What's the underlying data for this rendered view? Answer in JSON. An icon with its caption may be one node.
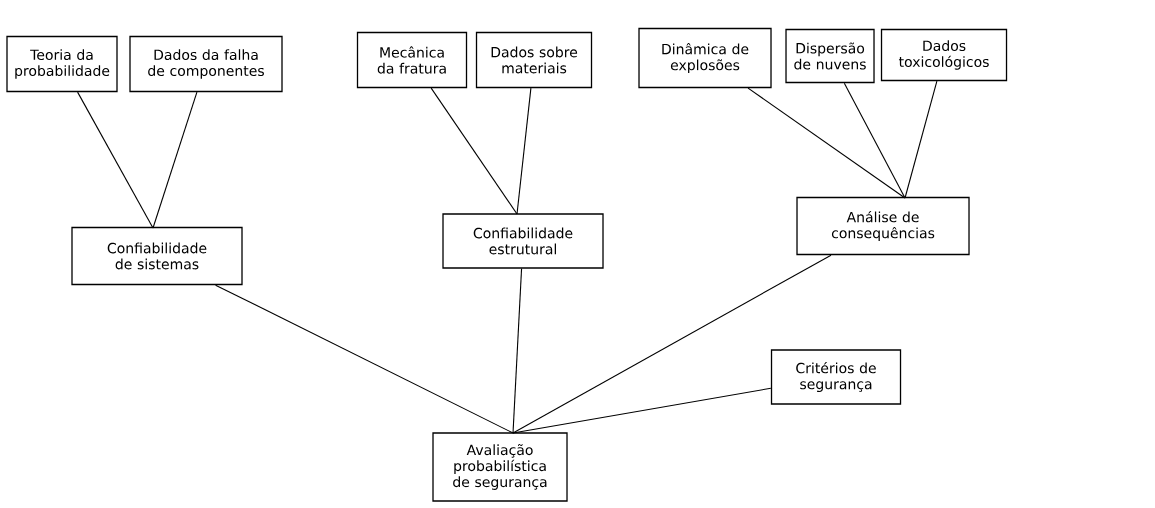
{
  "diagram": {
    "nodes": [
      {
        "text": [
          "Teoria da probabilidade"
        ]
      },
      {
        "text": [
          "Dados da falha de componentes"
        ]
      },
      {
        "text": [
          "Mecânica da fratura"
        ]
      },
      {
        "text": [
          "Dados sobre materiais"
        ]
      },
      {
        "text": [
          "Dinâmica de explosões"
        ]
      },
      {
        "text": [
          "Dispersão de nuvens"
        ]
      },
      {
        "text": [
          "Dados toxicológicos"
        ]
      },
      {
        "text": [
          "Confiabilidade de sistemas"
        ]
      },
      {
        "text": [
          "Confiabilidade estrutural"
        ]
      },
      {
        "text": [
          "Análise de consequências"
        ]
      },
      {
        "text": [
          "Critérios de segurança"
        ]
      },
      {
        "text": [
          "Avaliação probabilística de segurança"
        ]
      }
    ],
    "edges": [
      {
        "from": 0,
        "to": 7,
        "arrow": "none"
      },
      {
        "from": 1,
        "to": 7,
        "arrow": "none"
      },
      {
        "from": 2,
        "to": 8,
        "arrow": "none"
      },
      {
        "from": 3,
        "to": 8,
        "arrow": "none"
      },
      {
        "from": 4,
        "to": 9,
        "arrow": "none"
      },
      {
        "from": 5,
        "to": 9,
        "arrow": "none"
      },
      {
        "from": 6,
        "to": 9,
        "arrow": "none"
      },
      {
        "from": 7,
        "to": 11,
        "arrow": "none"
      },
      {
        "from": 8,
        "to": 11,
        "arrow": "none"
      },
      {
        "from": 9,
        "to": 11,
        "arrow": "none"
      },
      {
        "from": 10,
        "to": 11,
        "arrow": "none"
      }
    ]
  }
}
